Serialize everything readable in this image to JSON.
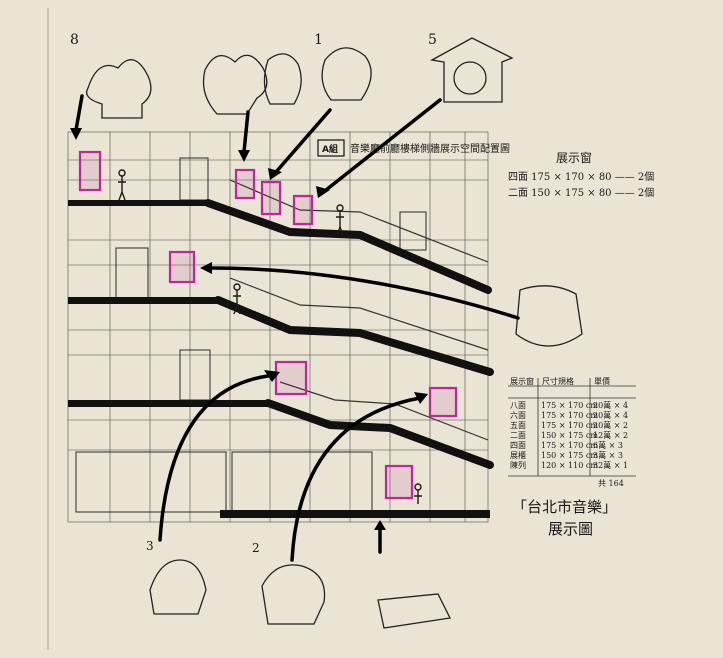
{
  "title_box": "A組",
  "title_text": "音樂廳前廳樓梯側牆展示空間配置圖",
  "window_heading": "展示窗",
  "window_specs": [
    "四面 175 × 170 × 80 —— 2個",
    "二面 150 × 175 × 80 —— 2個"
  ],
  "table_headers": [
    "展示窗",
    "尺寸規格",
    "單價"
  ],
  "table_rows": [
    [
      "八面",
      "175 × 170 cm",
      "20萬 × 4"
    ],
    [
      "六面",
      "175 × 170 cm",
      "20萬 × 4"
    ],
    [
      "五面",
      "175 × 170 cm",
      "20萬 × 2"
    ],
    [
      "二面",
      "150 × 175 cm",
      "12萬 × 2"
    ],
    [
      "四面",
      "175 × 170 cm",
      "6萬 × 3"
    ],
    [
      "展櫃",
      "150 × 175 cm",
      "3萬 × 3"
    ],
    [
      "陳列",
      "120 × 110 cm",
      "32萬 × 1"
    ]
  ],
  "table_total": "共 164",
  "footer_title": "「台北市音樂」",
  "footer_subtitle": "展示圖",
  "sketch_numbers": [
    "8",
    "1",
    "5",
    "3",
    "2"
  ],
  "colors": {
    "paper": "#e9e4d3",
    "ink": "#1a1a1a",
    "case_highlight": "#c0269b"
  }
}
